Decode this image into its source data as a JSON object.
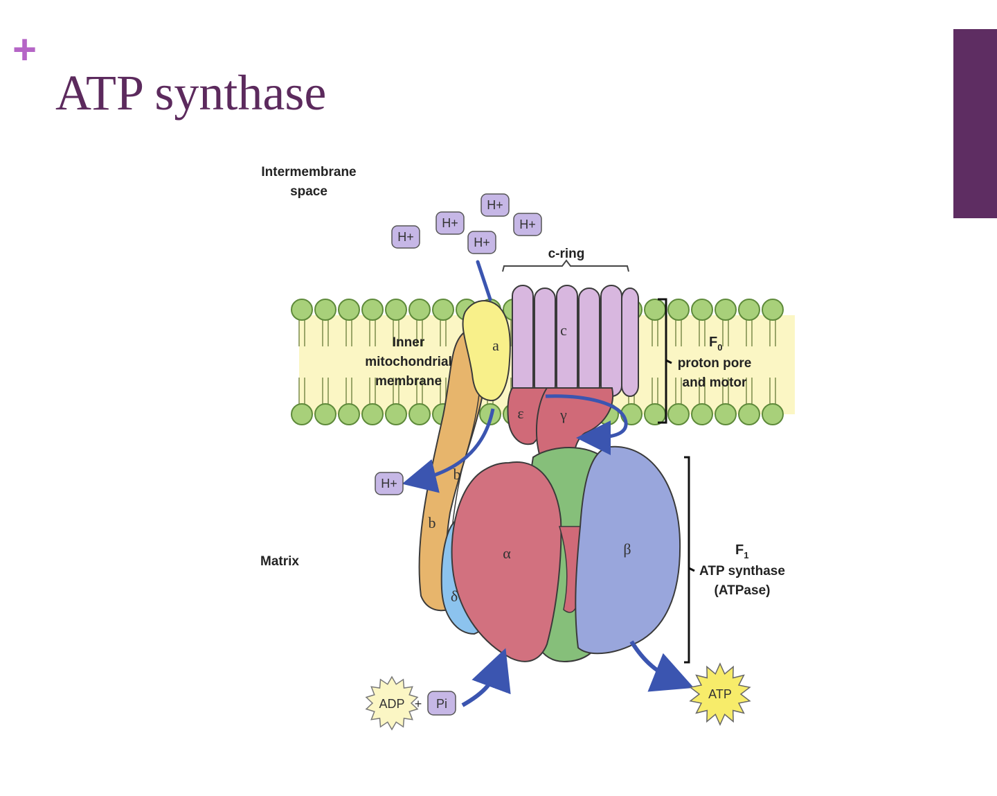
{
  "slide": {
    "title": "ATP synthase",
    "accent_mark": "+",
    "colors": {
      "title": "#5c2a5d",
      "accent": "#b565c6",
      "side_bar": "#5e2d62"
    }
  },
  "diagram": {
    "labels": {
      "intermembrane_line1": "Intermembrane",
      "intermembrane_line2": "space",
      "c_ring": "c-ring",
      "inner_membrane_line1": "Inner",
      "inner_membrane_line2": "mitochondrial",
      "inner_membrane_line3": "membrane",
      "f0_title": "F",
      "f0_sub": "0",
      "f0_line2": "proton pore",
      "f0_line3": "and motor",
      "f1_title": "F",
      "f1_sub": "1",
      "f1_line2": "ATP synthase",
      "f1_line3": "(ATPase)",
      "matrix": "Matrix"
    },
    "subunits": {
      "a": "a",
      "c": "c",
      "b_upper": "b",
      "b_lower": "b",
      "epsilon": "ε",
      "gamma": "γ",
      "alpha": "α",
      "beta": "β",
      "delta": "δ"
    },
    "protons": [
      "H+",
      "H+",
      "H+",
      "H+",
      "H+"
    ],
    "proton_out": "H+",
    "adp": "ADP",
    "plus": "+",
    "pi": "Pi",
    "atp": "ATP"
  }
}
